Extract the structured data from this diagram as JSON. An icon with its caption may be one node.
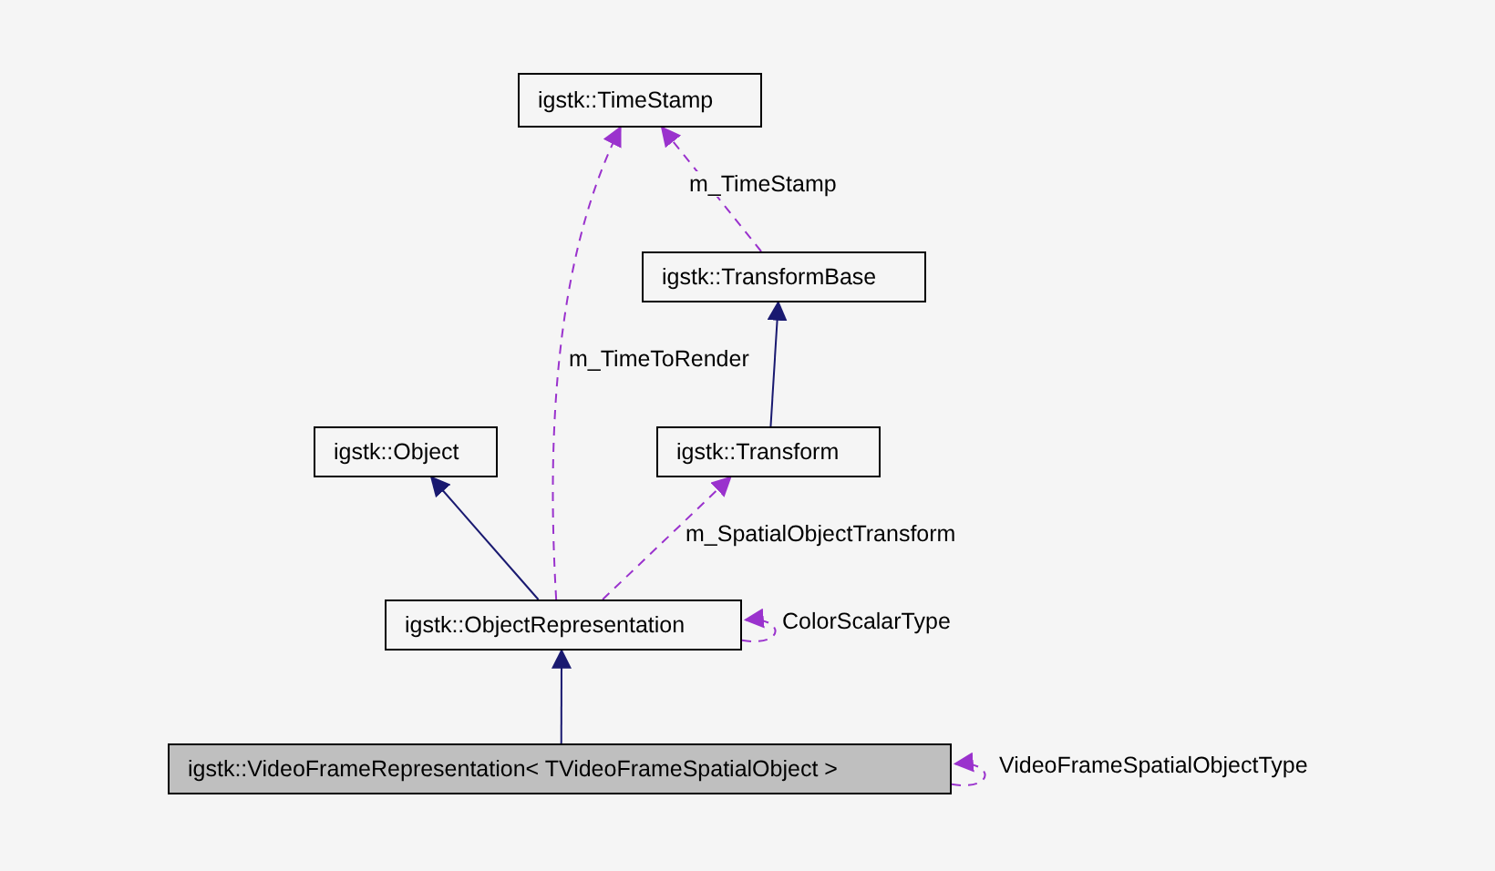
{
  "diagram": {
    "nodes": [
      {
        "text": [
          "igstk::TimeStamp"
        ]
      },
      {
        "text": [
          "igstk::TransformBase"
        ]
      },
      {
        "text": [
          "igstk::Object"
        ]
      },
      {
        "text": [
          "igstk::Transform"
        ]
      },
      {
        "text": [
          "igstk::ObjectRepresentation"
        ]
      },
      {
        "text": [
          "igstk::VideoFrameRepresentation< TVideoFrameSpatialObject >"
        ]
      }
    ],
    "edges": [
      {
        "from": 1,
        "to": 0,
        "arrow": "to",
        "label": "m_TimeStamp",
        "style": "dashed",
        "color": "#9a32cd"
      },
      {
        "from": 4,
        "to": 0,
        "arrow": "to",
        "label": "m_TimeToRender",
        "style": "dashed",
        "color": "#9a32cd"
      },
      {
        "from": 3,
        "to": 1,
        "arrow": "to",
        "color": "#191970"
      },
      {
        "from": 4,
        "to": 2,
        "arrow": "to",
        "color": "#191970"
      },
      {
        "from": 4,
        "to": 3,
        "arrow": "to",
        "label": "m_SpatialObjectTransform",
        "style": "dashed",
        "color": "#9a32cd"
      },
      {
        "from": 4,
        "to": 4,
        "arrow": "to",
        "label": "ColorScalarType",
        "style": "dashed",
        "color": "#9a32cd"
      },
      {
        "from": 5,
        "to": 4,
        "arrow": "to",
        "color": "#191970"
      },
      {
        "from": 5,
        "to": 5,
        "arrow": "to",
        "label": "VideoFrameSpatialObjectType",
        "style": "dashed",
        "color": "#9a32cd"
      }
    ]
  }
}
